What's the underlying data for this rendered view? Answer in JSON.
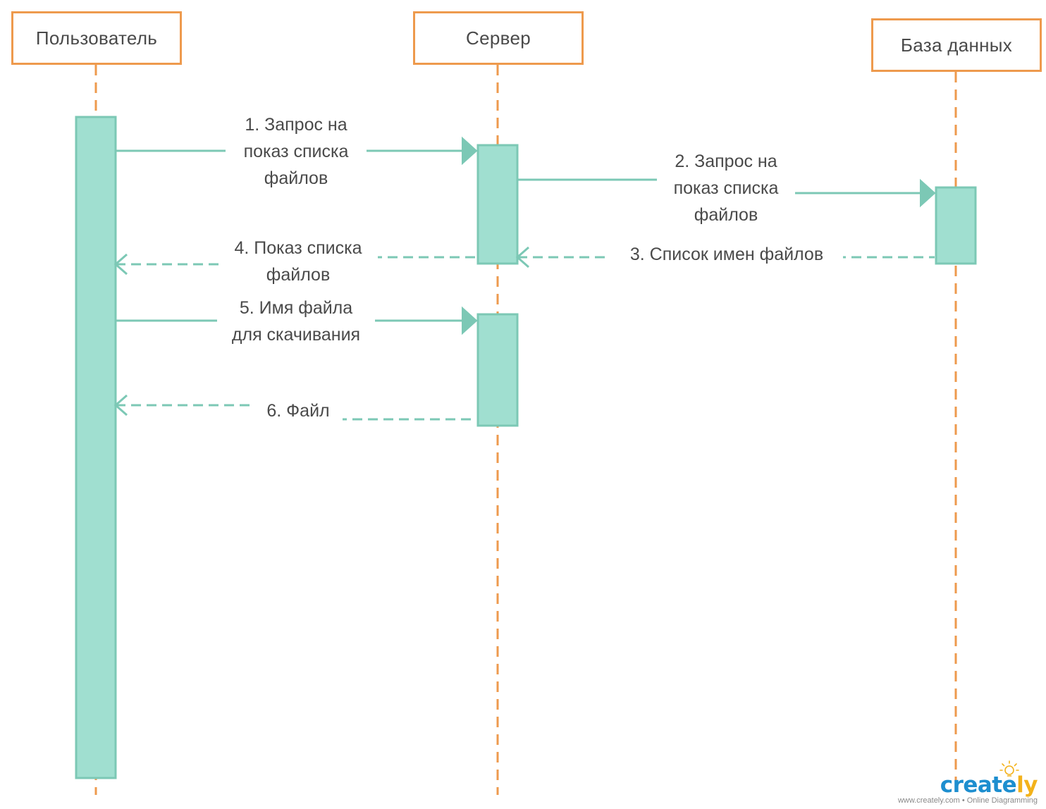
{
  "participants": [
    {
      "id": "user",
      "label": "Пользователь"
    },
    {
      "id": "server",
      "label": "Сервер"
    },
    {
      "id": "db",
      "label": "База данных"
    }
  ],
  "messages": [
    {
      "number": "1",
      "from": "user",
      "to": "server",
      "kind": "call",
      "lines": [
        "1. Запрос на",
        "показ списка",
        "файлов"
      ]
    },
    {
      "number": "2",
      "from": "server",
      "to": "db",
      "kind": "call",
      "lines": [
        "2. Запрос на",
        "показ списка",
        "файлов"
      ]
    },
    {
      "number": "3",
      "from": "db",
      "to": "server",
      "kind": "return",
      "lines": [
        "3. Список имен файлов"
      ]
    },
    {
      "number": "4",
      "from": "server",
      "to": "user",
      "kind": "return",
      "lines": [
        "4. Показ списка",
        "файлов"
      ]
    },
    {
      "number": "5",
      "from": "user",
      "to": "server",
      "kind": "call",
      "lines": [
        "5. Имя файла",
        "для скачивания"
      ]
    },
    {
      "number": "6",
      "from": "server",
      "to": "user",
      "kind": "return",
      "lines": [
        "6. Файл"
      ]
    }
  ],
  "colors": {
    "participant_border": "#ee9a4d",
    "lifeline": "#ee9a4d",
    "activation_fill": "#a0dfd0",
    "activation_border": "#7cc8b5",
    "message": "#7cc8b5",
    "text": "#4a4a4a"
  },
  "watermark": {
    "logo_main": "create",
    "logo_tail": "ly",
    "caption": "www.creately.com • Online Diagramming",
    "icon": "lightbulb-icon"
  }
}
